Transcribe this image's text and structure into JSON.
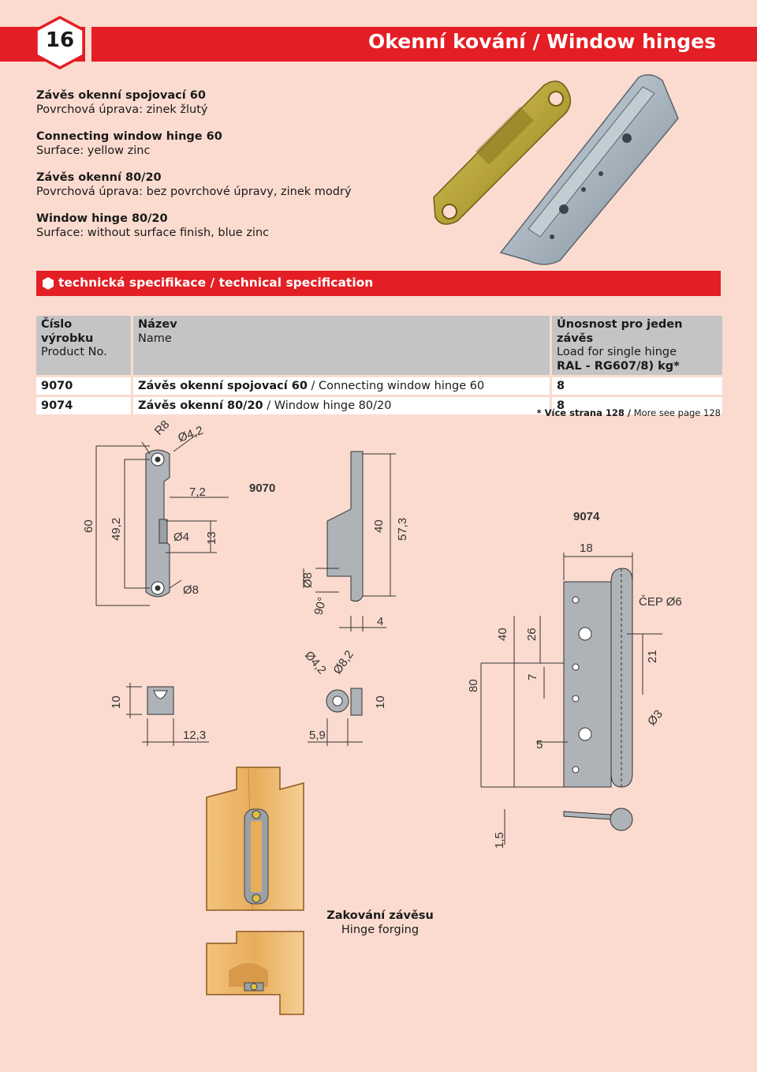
{
  "header": {
    "page_number": "16",
    "title": "Okenní kování / Window hinges",
    "accent_color": "#e31e24"
  },
  "intro": [
    {
      "title": "Závěs okenní spojovací 60",
      "text": "Povrchová úprava: zinek žlutý"
    },
    {
      "title": "Connecting window hinge 60",
      "text": "Surface: yellow zinc"
    },
    {
      "title": "Závěs okenní 80/20",
      "text": "Povrchová úprava: bez povrchové úpravy, zinek modrý"
    },
    {
      "title": "Window hinge 80/20",
      "text": "Surface: without surface finish, blue zinc"
    }
  ],
  "spec_bar": {
    "label": "technická specifikace / technical specification"
  },
  "table": {
    "headers": {
      "col1_cz": "Číslo výrobku",
      "col1_en": "Product No.",
      "col2_cz": "Název",
      "col2_en": "Name",
      "col3_cz": "Únosnost pro jeden závěs",
      "col3_en": "Load for single hinge",
      "col3_unit": "RAL - RG607/8) kg*"
    },
    "rows": [
      {
        "no": "9070",
        "name_cz": "Závěs okenní spojovací 60",
        "name_en": " / Connecting window hinge 60",
        "load": "8"
      },
      {
        "no": "9074",
        "name_cz": "Závěs okenní 80/20",
        "name_en": " / Window hinge 80/20",
        "load": "8"
      }
    ],
    "note_bold": "* Více strana 128 /",
    "note_rest": " More see page 128"
  },
  "drawings": {
    "model_9070": "9070",
    "model_9074": "9074",
    "dims_9070": [
      "R8",
      "Ø4,2",
      "7,2",
      "Ø4",
      "13",
      "Ø8",
      "60",
      "49,2",
      "40",
      "57,3",
      "Ø8",
      "90°",
      "4",
      "10",
      "12,3",
      "Ø4,2",
      "Ø8,2",
      "10",
      "5,9"
    ],
    "dims_9074": [
      "18",
      "ČEP Ø6",
      "40",
      "26",
      "21",
      "80",
      "7",
      "Ø3",
      "5",
      "1,5"
    ]
  },
  "forging": {
    "title": "Zakování závěsu",
    "subtitle": "Hinge forging"
  }
}
